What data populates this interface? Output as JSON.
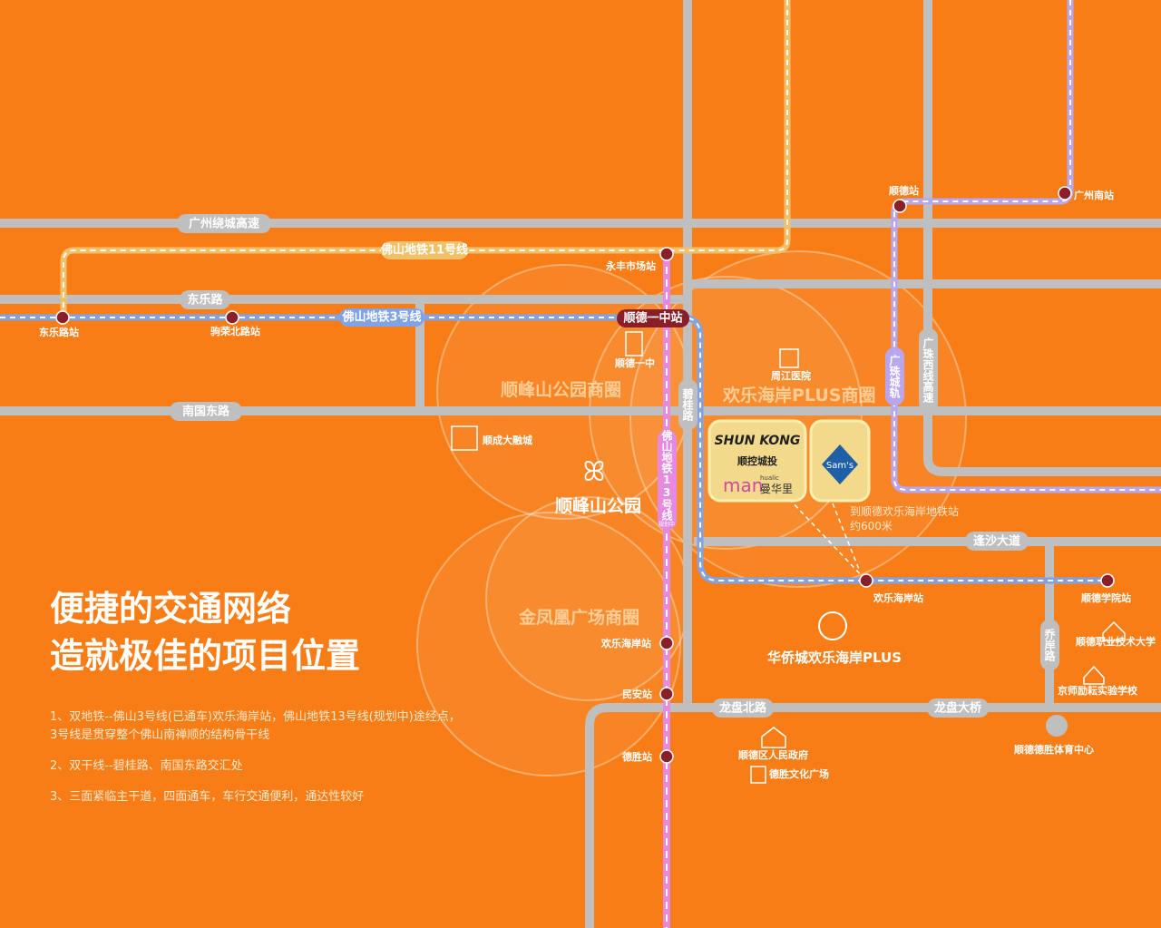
{
  "title": [
    "便捷的交通网络",
    "造就极佳的项目位置"
  ],
  "notes": [
    "1、双地铁--佛山3号线(已通车)欢乐海岸站，佛山地铁13号线(规划中)途经点，",
    "3号线是贯穿整个佛山南禅顺的结构骨干线",
    "2、双干线--碧桂路、南国东路交汇处",
    "3、三面紧临主干道，四面通车，车行交通便利，通达性较好"
  ],
  "roads": {
    "r1": "广州绕城高速",
    "r2": "东乐路",
    "r3": "南国东路",
    "r4": "碧桂路",
    "r5": "逢沙大道",
    "r6": "乔岸路",
    "r7": "龙盘北路",
    "r8": "龙盘大桥"
  },
  "lines": {
    "l11": "佛山地铁11号线",
    "l3": "佛山地铁3号线",
    "l13": "佛山地铁13号线",
    "l13note": "规划中",
    "gz": "广珠城轨",
    "gzx": "广珠西线高速"
  },
  "stations": {
    "s1": "东乐路站",
    "s2": "驹荣北路站",
    "s3": "永丰市场站",
    "s4": "顺德一中站",
    "s5": "顺德站",
    "s6": "广州南站",
    "s7": "欢乐海岸站",
    "s8": "顺德学院站",
    "s9": "欢乐海岸站",
    "s10": "民安站",
    "s11": "德胜站"
  },
  "zones": {
    "z1": "顺峰山公园商圈",
    "z2": "欢乐海岸PLUS商圈",
    "z3": "金凤凰广场商圈"
  },
  "pois": {
    "p1": "顺德一中",
    "p2": "周江医院",
    "p3": "顺成大融城",
    "p4": "顺峰山公园",
    "p5": "华侨城欢乐海岸PLUS",
    "p6": "顺德职业技术大学",
    "p7": "京师励耘实验学校",
    "p8": "顺德区人民政府",
    "p9": "德胜文化广场",
    "p10": "顺德德胜体育中心"
  },
  "project": {
    "brand1": "SHUN KONG",
    "brand1_cn": "顺控城投",
    "brand2": "man",
    "brand2_sub": "hualic",
    "brand2_cn": "曼华里",
    "brand3": "Sam's"
  },
  "distance": [
    "到顺德欢乐海岸地铁站",
    "约600米"
  ],
  "colors": {
    "bg": "#f97d16",
    "road": "#bfbfbf",
    "metro3": "#7fa3e6",
    "metro11": "#f3c06a",
    "metro13": "#e58ae0",
    "intercity": "#b9a6f0"
  }
}
